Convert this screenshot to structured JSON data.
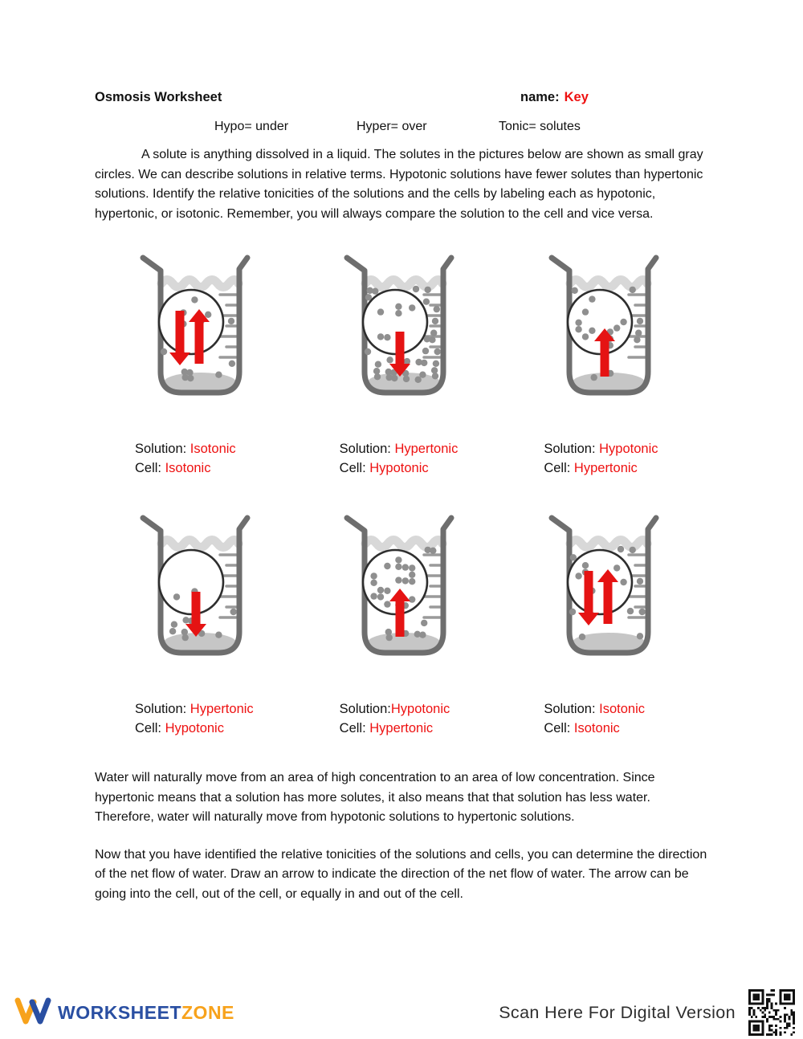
{
  "page": {
    "title": "Osmosis Worksheet",
    "name_label": "name:",
    "name_value": "Key"
  },
  "definitions": {
    "hypo": "Hypo= under",
    "hyper": "Hyper= over",
    "tonic": "Tonic= solutes"
  },
  "paragraphs": {
    "intro": "A solute is anything dissolved in a liquid. The solutes in the pictures below are shown as small gray circles. We can describe solutions in relative terms. Hypotonic solutions have fewer solutes than hypertonic solutions. Identify the relative tonicities of the solutions and the cells by labeling each as hypotonic, hypertonic, or isotonic. Remember, you will always compare the solution to the cell and vice versa.",
    "water_flow": "Water will naturally move from an area of high concentration to an area of low concentration. Since hypertonic means that a solution has more solutes, it also means that that solution has less water. Therefore, water will naturally move from hypotonic solutions to hypertonic solutions.",
    "instructions": "Now that you have identified the relative tonicities of the solutions and cells, you can determine the direction of the net flow of water. Draw an arrow to indicate the direction of the net flow of water. The arrow can be going into the cell, out of the cell, or equally in and out of the cell."
  },
  "beakers": [
    {
      "solution_label": "Solution: ",
      "solution_value": "Isotonic",
      "cell_label": "Cell: ",
      "cell_value": "Isotonic",
      "arrows": [
        "down",
        "up"
      ],
      "solutes_outside": 8,
      "solutes_inside": 5
    },
    {
      "solution_label": "Solution: ",
      "solution_value": "Hypertonic",
      "cell_label": "Cell: ",
      "cell_value": "Hypotonic",
      "arrows": [
        "down"
      ],
      "solutes_outside": 32,
      "solutes_inside": 6
    },
    {
      "solution_label": "Solution: ",
      "solution_value": "Hypotonic",
      "cell_label": "Cell: ",
      "cell_value": "Hypertonic",
      "arrows": [
        "up"
      ],
      "solutes_outside": 7,
      "solutes_inside": 11
    },
    {
      "solution_label": "Solution: ",
      "solution_value": "Hypertonic",
      "cell_label": "Cell: ",
      "cell_value": "Hypotonic",
      "arrows": [
        "down"
      ],
      "solutes_outside": 9,
      "solutes_inside": 2
    },
    {
      "solution_label": "Solution:",
      "solution_value": "Hypotonic",
      "cell_label": "Cell: ",
      "cell_value": "Hypertonic",
      "arrows": [
        "up"
      ],
      "solutes_outside": 8,
      "solutes_inside": 20
    },
    {
      "solution_label": "Solution: ",
      "solution_value": "Isotonic",
      "cell_label": "Cell: ",
      "cell_value": "Isotonic",
      "arrows": [
        "down",
        "up"
      ],
      "solutes_outside": 9,
      "solutes_inside": 6
    }
  ],
  "footer": {
    "logo_part1": "WORKSHEET",
    "logo_part2": "ZONE",
    "scan_text": "Scan Here For Digital Version"
  },
  "colors": {
    "answer_red": "#ee1111",
    "arrow_red": "#e51313",
    "logo_blue": "#2a4fa2",
    "logo_orange": "#f7a21b",
    "beaker_outline": "#6e6e6e",
    "solute_gray": "#8f8f8f"
  }
}
